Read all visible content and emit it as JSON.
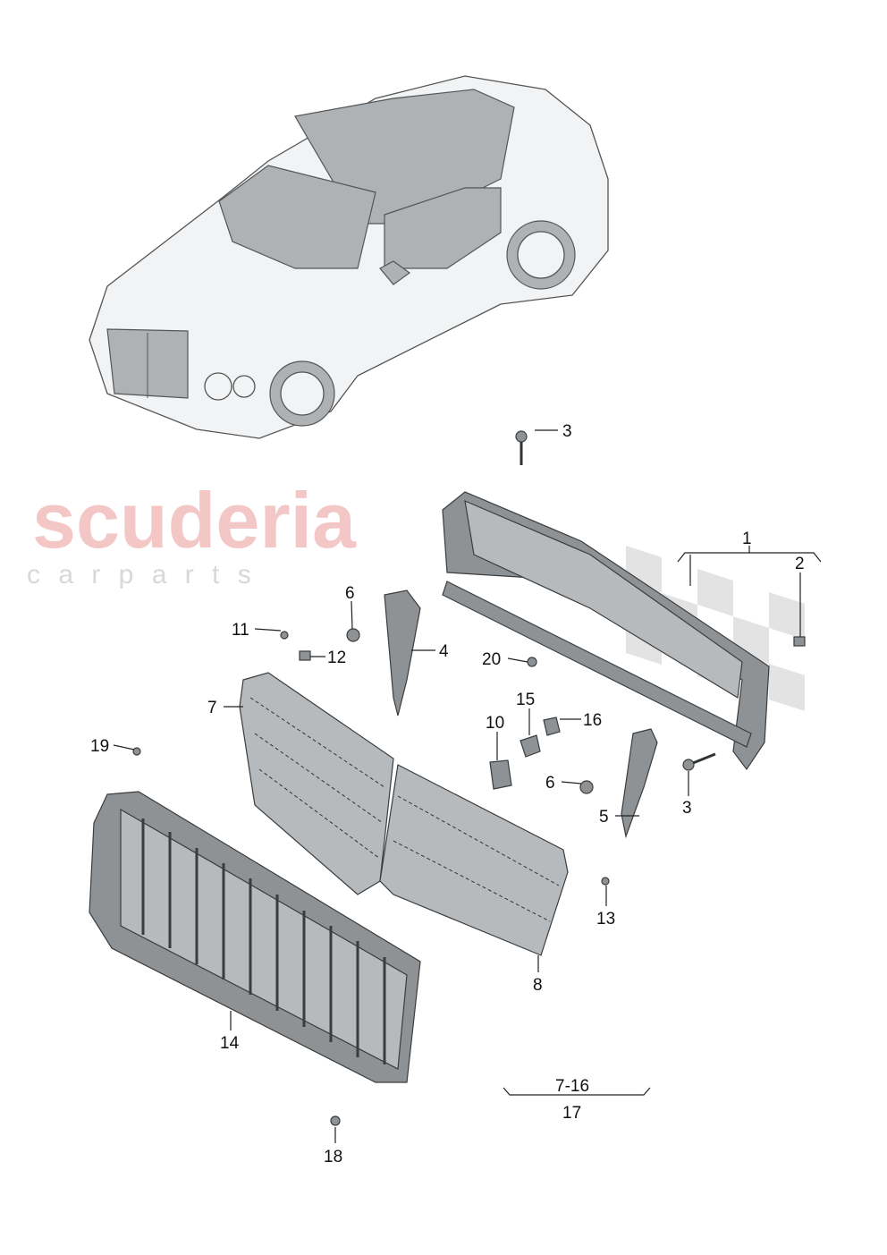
{
  "watermark": {
    "brand": "scuderia",
    "sub": "c a r p a r t s",
    "brand_color": "#f4c7c7",
    "sub_color": "#d8d8d8"
  },
  "callouts": [
    {
      "id": "c3a",
      "text": "3"
    },
    {
      "id": "c1",
      "text": "1"
    },
    {
      "id": "c2",
      "text": "2"
    },
    {
      "id": "c6a",
      "text": "6"
    },
    {
      "id": "c4",
      "text": "4"
    },
    {
      "id": "c11",
      "text": "11"
    },
    {
      "id": "c12",
      "text": "12"
    },
    {
      "id": "c20",
      "text": "20"
    },
    {
      "id": "c7",
      "text": "7"
    },
    {
      "id": "c15",
      "text": "15"
    },
    {
      "id": "c10",
      "text": "10"
    },
    {
      "id": "c16",
      "text": "16"
    },
    {
      "id": "c19",
      "text": "19"
    },
    {
      "id": "c6b",
      "text": "6"
    },
    {
      "id": "c3b",
      "text": "3"
    },
    {
      "id": "c5",
      "text": "5"
    },
    {
      "id": "c13",
      "text": "13"
    },
    {
      "id": "c8",
      "text": "8"
    },
    {
      "id": "c14",
      "text": "14"
    },
    {
      "id": "c7-16",
      "text": "7-16"
    },
    {
      "id": "c17",
      "text": "17"
    },
    {
      "id": "c18",
      "text": "18"
    }
  ]
}
